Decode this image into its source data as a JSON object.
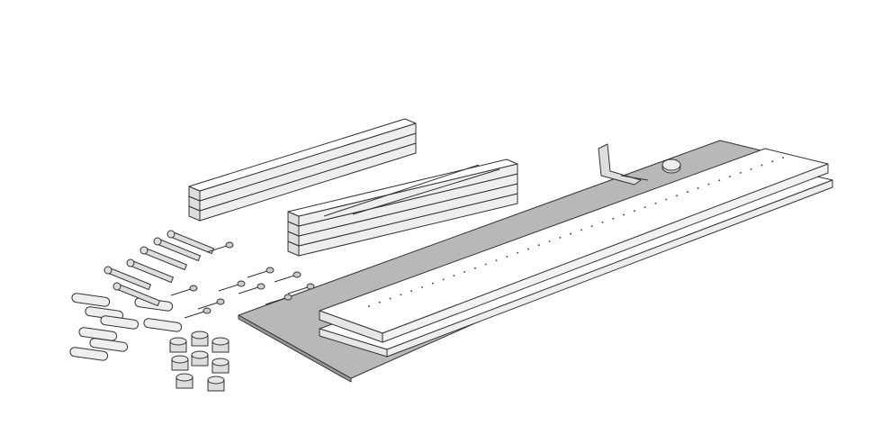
{
  "illustration": {
    "subject": "furniture-parts-kit",
    "colors": {
      "background": "#ffffff",
      "line": "#333333",
      "board_face": "#ffffff",
      "board_edge": "#e6e6e6",
      "back_panel": "#b8b8b8",
      "hardware": "#d9d9d9"
    },
    "parts": {
      "short_board_stack_a": 3,
      "short_board_stack_b": 4,
      "long_boards": 2,
      "back_panel": 1,
      "dowels": 8,
      "cam_bolts": 6,
      "screws": 9,
      "cam_locks": 8,
      "bracket": 1
    }
  }
}
